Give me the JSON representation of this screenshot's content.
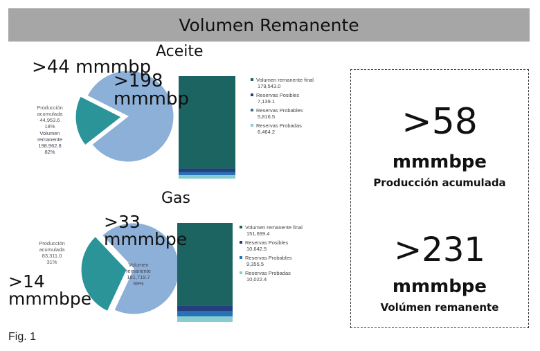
{
  "header": {
    "title": "Volumen Remanente"
  },
  "chart_data": [
    {
      "type": "pie",
      "title": "Aceite",
      "slices": [
        {
          "label": "Producción acumulada",
          "value": "44,953.6",
          "percent": "18%",
          "pct": 18
        },
        {
          "label": "Volumen remanente",
          "value": "198,962.8",
          "percent": "82%",
          "pct": 82
        }
      ],
      "annotations": [
        ">44 mmmbp",
        ">198 mmmbp"
      ]
    },
    {
      "type": "bar",
      "stacked": true,
      "title": "Aceite",
      "series": [
        {
          "name": "Volumen remanente final",
          "value": 179543.0,
          "label": "179,543.0"
        },
        {
          "name": "Reservas Posibles",
          "value": 7139.1,
          "label": "7,139.1"
        },
        {
          "name": "Reservas Probables",
          "value": 5816.5,
          "label": "5,816.5"
        },
        {
          "name": "Reservas Probadas",
          "value": 6464.2,
          "label": "6,464.2"
        }
      ]
    },
    {
      "type": "pie",
      "title": "Gas",
      "slices": [
        {
          "label": "Producción acumulada",
          "value": "83,311.0",
          "percent": "31%",
          "pct": 31
        },
        {
          "label": "Volumen remanente",
          "value": "181,719.7",
          "percent": "69%",
          "pct": 69
        }
      ],
      "annotations": [
        ">33 mmmbpe",
        ">14 mmmbpe"
      ]
    },
    {
      "type": "bar",
      "stacked": true,
      "title": "Gas",
      "series": [
        {
          "name": "Volumen remanente final",
          "value": 151699.4,
          "label": "151,699.4"
        },
        {
          "name": "Reservas Posibles",
          "value": 10642.5,
          "label": "10,642.5"
        },
        {
          "name": "Reservas Probables",
          "value": 9355.5,
          "label": "9,355.5"
        },
        {
          "name": "Reservas Probadas",
          "value": 10022.4,
          "label": "10,022.4"
        }
      ]
    }
  ],
  "colors": {
    "production": "#2a9499",
    "remaining": "#8db0d8",
    "final": "#1c6461",
    "posibles": "#233f7f",
    "probables": "#2873b5",
    "probadas": "#87cdd0"
  },
  "summary": {
    "produced_value": ">58",
    "produced_unit": "mmmbpe",
    "produced_label": "Producción acumulada",
    "remaining_value": ">231",
    "remaining_unit": "mmmbpe",
    "remaining_label": "Volúmen remanente"
  },
  "figure_label": "Fig. 1"
}
